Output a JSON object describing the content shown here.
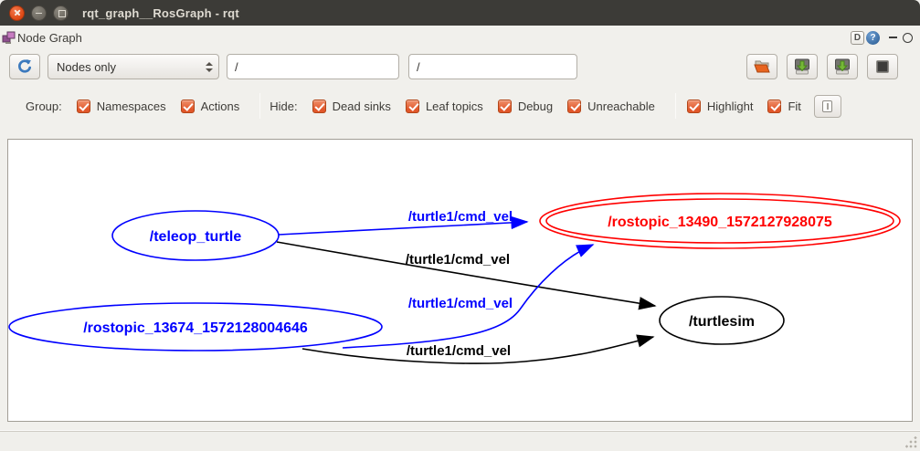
{
  "window": {
    "title": "rqt_graph__RosGraph - rqt"
  },
  "panel": {
    "title": "Node Graph",
    "icons": {
      "dock": "D",
      "help": "?"
    }
  },
  "toolbar": {
    "graph_type_value": "Nodes only",
    "node_filter_value": "/",
    "topic_filter_value": "/"
  },
  "options": {
    "group_label": "Group:",
    "hide_label": "Hide:",
    "group_items": [
      {
        "label": "Namespaces",
        "checked": true
      },
      {
        "label": "Actions",
        "checked": true
      }
    ],
    "hide_items": [
      {
        "label": "Dead sinks",
        "checked": true
      },
      {
        "label": "Leaf topics",
        "checked": true
      },
      {
        "label": "Debug",
        "checked": true
      },
      {
        "label": "Unreachable",
        "checked": true
      }
    ],
    "view_items": [
      {
        "label": "Highlight",
        "checked": true
      },
      {
        "label": "Fit",
        "checked": true
      }
    ]
  },
  "graph": {
    "nodes": [
      {
        "id": "teleop_turtle",
        "label": "/teleop_turtle",
        "color": "#0000ff",
        "shape": "ellipse"
      },
      {
        "id": "rostopic_13490",
        "label": "/rostopic_13490_1572127928075",
        "color": "#ff0000",
        "shape": "double-ellipse"
      },
      {
        "id": "rostopic_13674",
        "label": "/rostopic_13674_1572128004646",
        "color": "#0000ff",
        "shape": "ellipse"
      },
      {
        "id": "turtlesim",
        "label": "/turtlesim",
        "color": "#000000",
        "shape": "ellipse"
      }
    ],
    "edges": [
      {
        "from": "/teleop_turtle",
        "to": "/rostopic_13490_1572127928075",
        "label": "/turtle1/cmd_vel",
        "color": "#0000ff"
      },
      {
        "from": "/teleop_turtle",
        "to": "/turtlesim",
        "label": "/turtle1/cmd_vel",
        "color": "#000000"
      },
      {
        "from": "/rostopic_13674_1572128004646",
        "to": "/rostopic_13490_1572127928075",
        "label": "/turtle1/cmd_vel",
        "color": "#0000ff"
      },
      {
        "from": "/rostopic_13674_1572128004646",
        "to": "/turtlesim",
        "label": "/turtle1/cmd_vel",
        "color": "#000000"
      }
    ]
  },
  "colors": {
    "titlebar_bg": "#3c3b37",
    "window_bg": "#f1f0ec",
    "close_button_orange": "#dd4814",
    "checkbox_orange": "#e1572a",
    "help_blue": "#38699f",
    "edge_highlight_blue": "#0000ff",
    "node_warn_red": "#ff0000"
  }
}
